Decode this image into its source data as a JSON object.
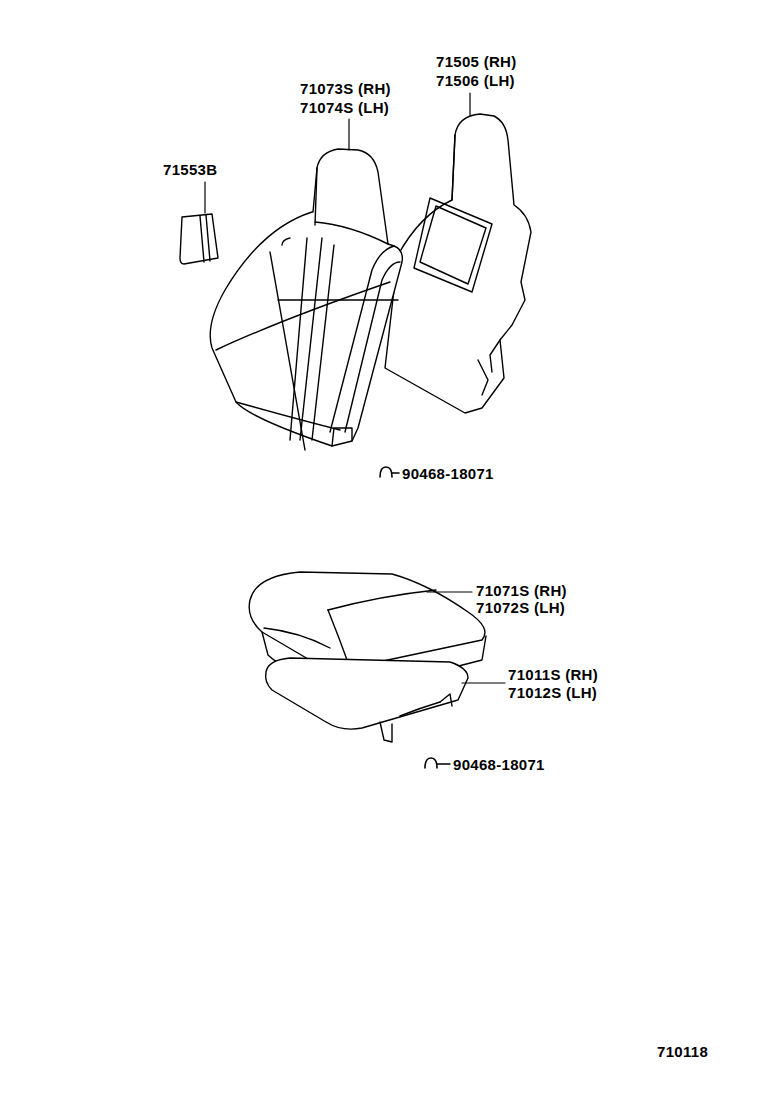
{
  "diagram": {
    "labels": [
      "71553B",
      "71073S (RH)",
      "71074S (LH)",
      "71505 (RH)",
      "71506 (LH)",
      "90468-18071",
      "71071S (RH)",
      "71072S (LH)",
      "71011S (RH)",
      "71012S (LH)",
      "90468-18071",
      "710118"
    ]
  }
}
